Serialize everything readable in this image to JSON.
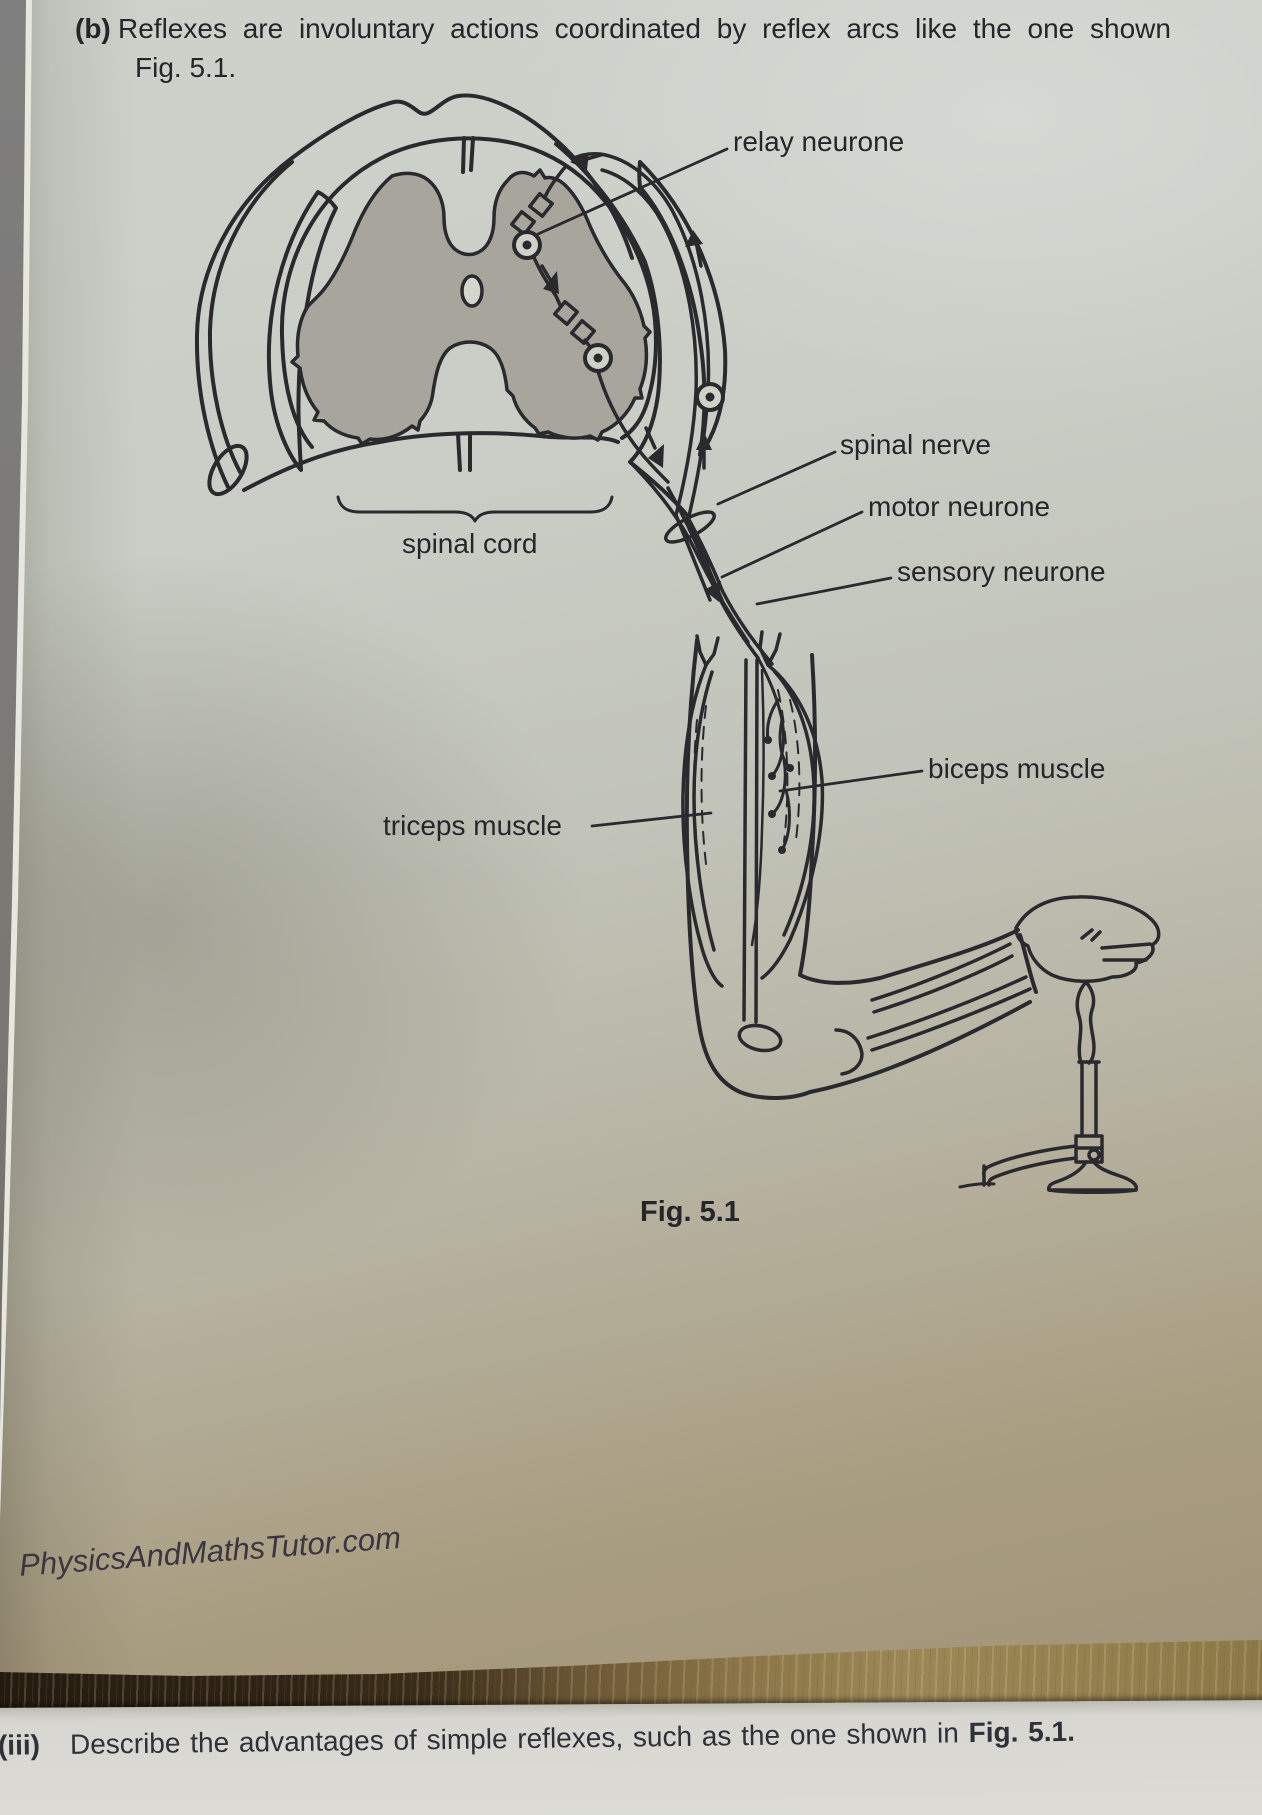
{
  "question": {
    "part_label": "(b)",
    "line1": "Reflexes are involuntary actions coordinated by reflex arcs like the one shown",
    "line2": "Fig. 5.1."
  },
  "diagram": {
    "labels": {
      "relay_neurone": "relay neurone",
      "spinal_nerve": "spinal nerve",
      "motor_neurone": "motor neurone",
      "sensory_neurone": "sensory neurone",
      "biceps_muscle": "biceps muscle",
      "triceps_muscle": "triceps muscle",
      "spinal_cord": "spinal cord"
    },
    "caption": "Fig. 5.1"
  },
  "watermark": "PhysicsAndMathsTutor.com",
  "footer": {
    "part_label": "(iii)",
    "text": "Describe the advantages of simple reflexes, such as the one shown in",
    "fig_ref": "Fig. 5.1."
  },
  "colors": {
    "ink": "#2a2a2e",
    "paper_light": "#cdd2cb",
    "paper_shadow": "#a1937a",
    "grey_matter": "#a7a59c",
    "wood": "#8b7548",
    "table_shadow": "#241b10",
    "bottom_page": "#d7d6d0",
    "photo_edge": "#7e7e7e"
  }
}
